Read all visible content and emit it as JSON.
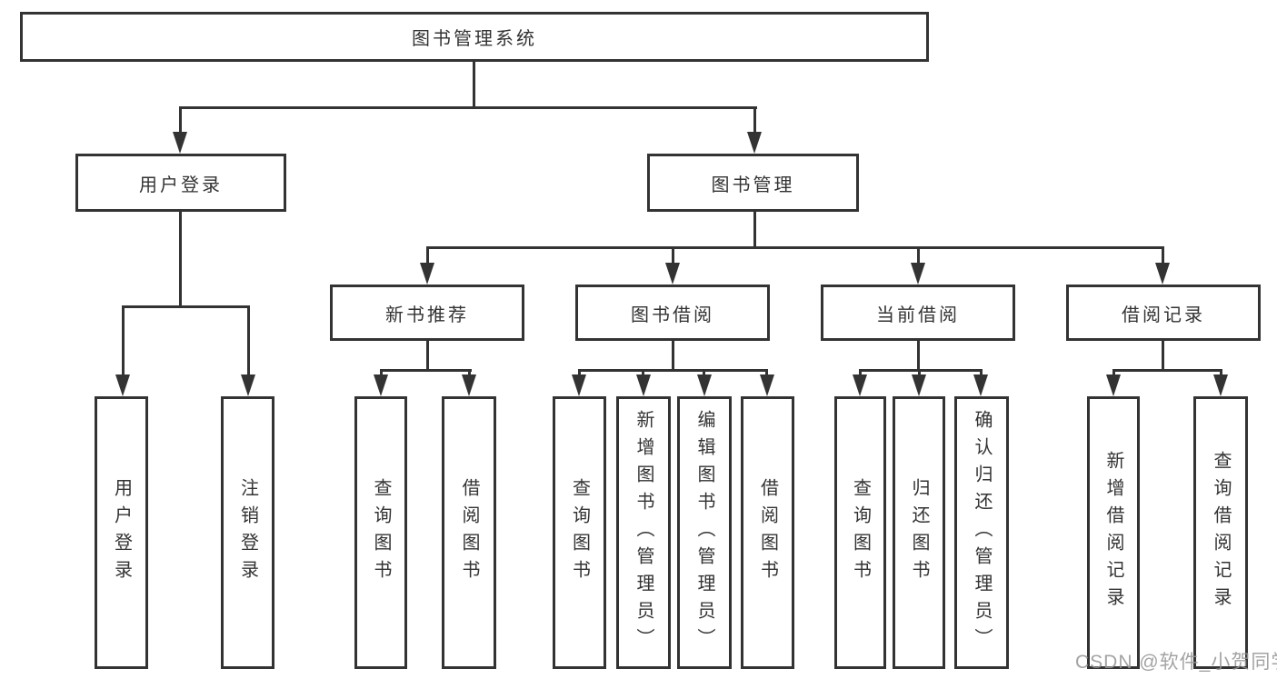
{
  "diagram": {
    "title": "图书管理系统",
    "root": {
      "label": "图书管理系统"
    },
    "level2": [
      {
        "label": "用户登录"
      },
      {
        "label": "图书管理"
      }
    ],
    "level3": [
      {
        "label": "新书推荐"
      },
      {
        "label": "图书借阅"
      },
      {
        "label": "当前借阅"
      },
      {
        "label": "借阅记录"
      }
    ],
    "leaves": {
      "user_login": [
        {
          "label": "用户登录"
        },
        {
          "label": "注销登录"
        }
      ],
      "new_book": [
        {
          "label": "查询图书"
        },
        {
          "label": "借阅图书"
        }
      ],
      "book_borrow": [
        {
          "label": "查询图书"
        },
        {
          "label": "新增图书（管理员）"
        },
        {
          "label": "编辑图书（管理员）"
        },
        {
          "label": "借阅图书"
        }
      ],
      "current_borrow": [
        {
          "label": "查询图书"
        },
        {
          "label": "归还图书"
        },
        {
          "label": "确认归还（管理员）"
        }
      ],
      "borrow_records": [
        {
          "label": "新增借阅记录"
        },
        {
          "label": "查询借阅记录"
        }
      ]
    },
    "colors": {
      "line": "#333333",
      "box_background": "#ffffff",
      "text": "#333333"
    }
  },
  "watermark": {
    "text": "CSDN @软件_小贺同学"
  }
}
